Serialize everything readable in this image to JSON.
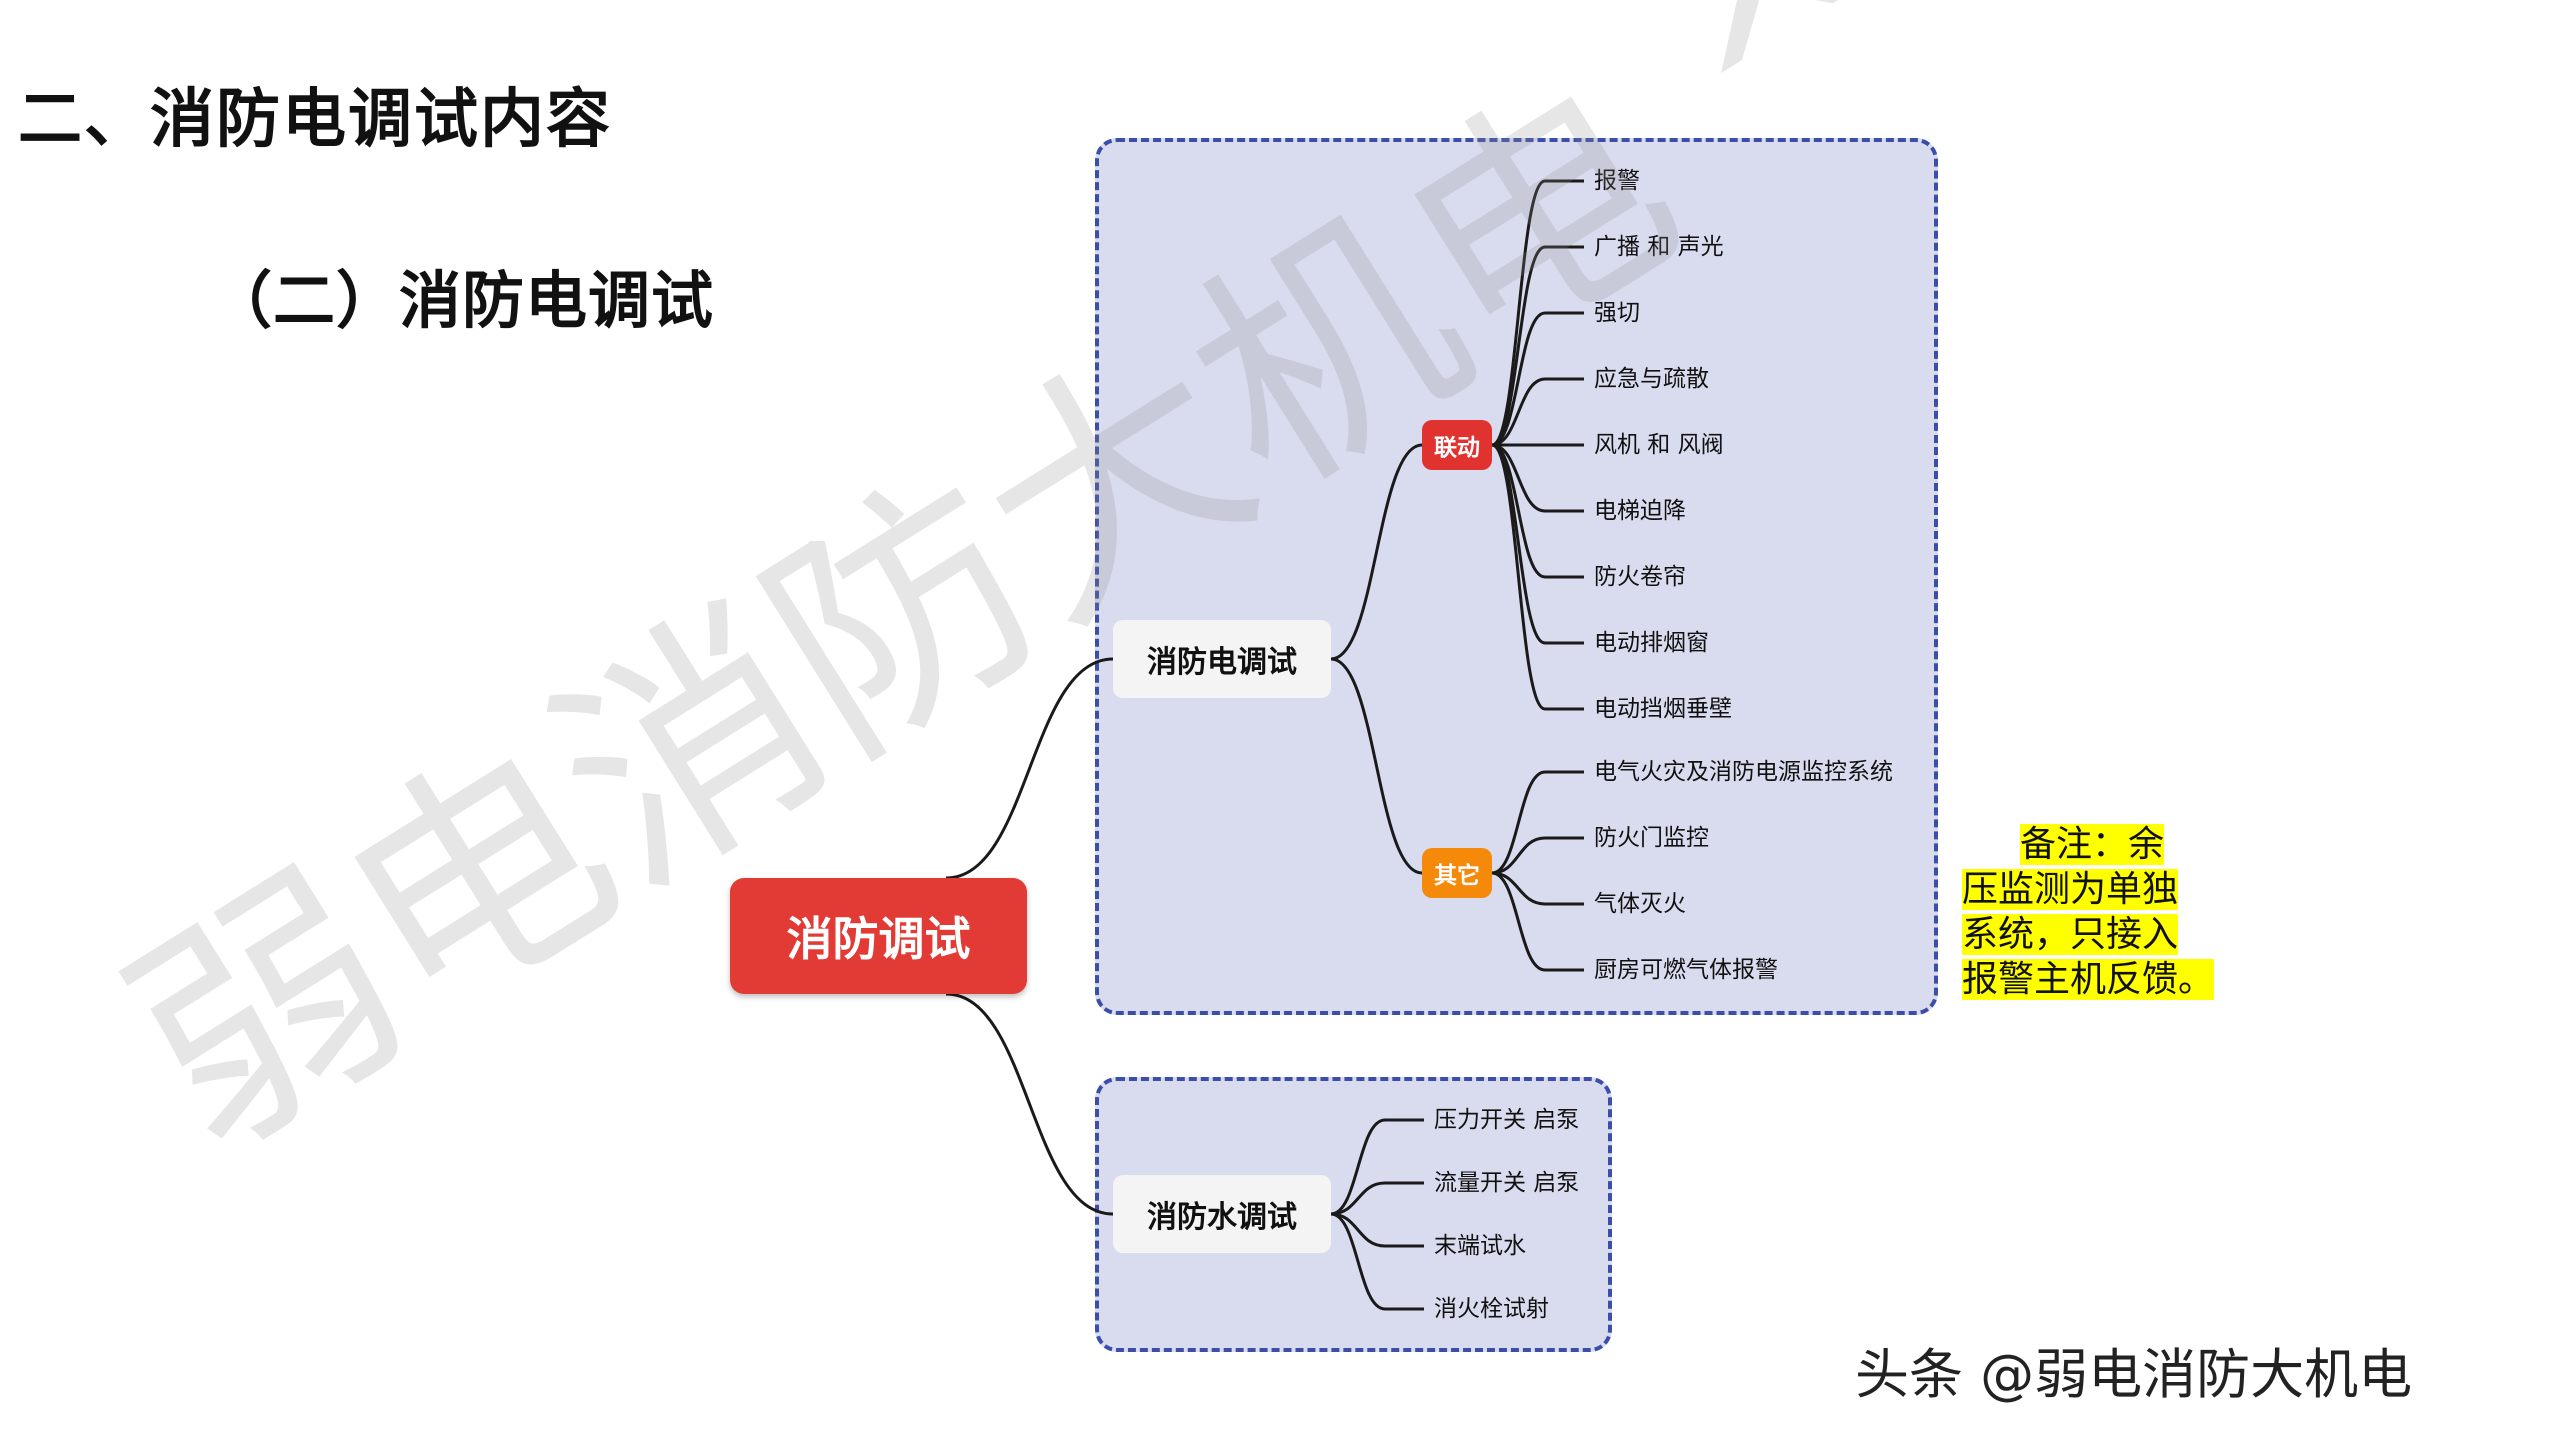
{
  "header": {
    "title": "二、消防电调试内容",
    "subtitle": "（二）消防电调试"
  },
  "mindmap": {
    "root": "消防调试",
    "branches": [
      {
        "label": "消防电调试",
        "groups": [
          {
            "label": "联动",
            "color": "#e0322f",
            "items": [
              "报警",
              "广播 和 声光",
              "强切",
              "应急与疏散",
              "风机 和 风阀",
              "电梯迫降",
              "防火卷帘",
              "电动排烟窗",
              "电动挡烟垂壁"
            ]
          },
          {
            "label": "其它",
            "color": "#f58a0a",
            "items": [
              "电气火灾及消防电源监控系统",
              "防火门监控",
              "气体灭火",
              "厨房可燃气体报警"
            ]
          }
        ]
      },
      {
        "label": "消防水调试",
        "items": [
          "压力开关 启泵",
          "流量开关 启泵",
          "末端试水",
          "消火栓试射"
        ]
      }
    ]
  },
  "note": {
    "lines": [
      "备注：余",
      "压监测为单独",
      "系统，只接入",
      "报警主机反馈。"
    ],
    "highlight_color": "#ffff00"
  },
  "watermark": "弱电消防大机电 ^ ^",
  "credit": "头条 @弱电消防大机电",
  "colors": {
    "root": "#e23a34",
    "group_fill": "#d9dcef",
    "group_border": "#3b4fa8"
  }
}
